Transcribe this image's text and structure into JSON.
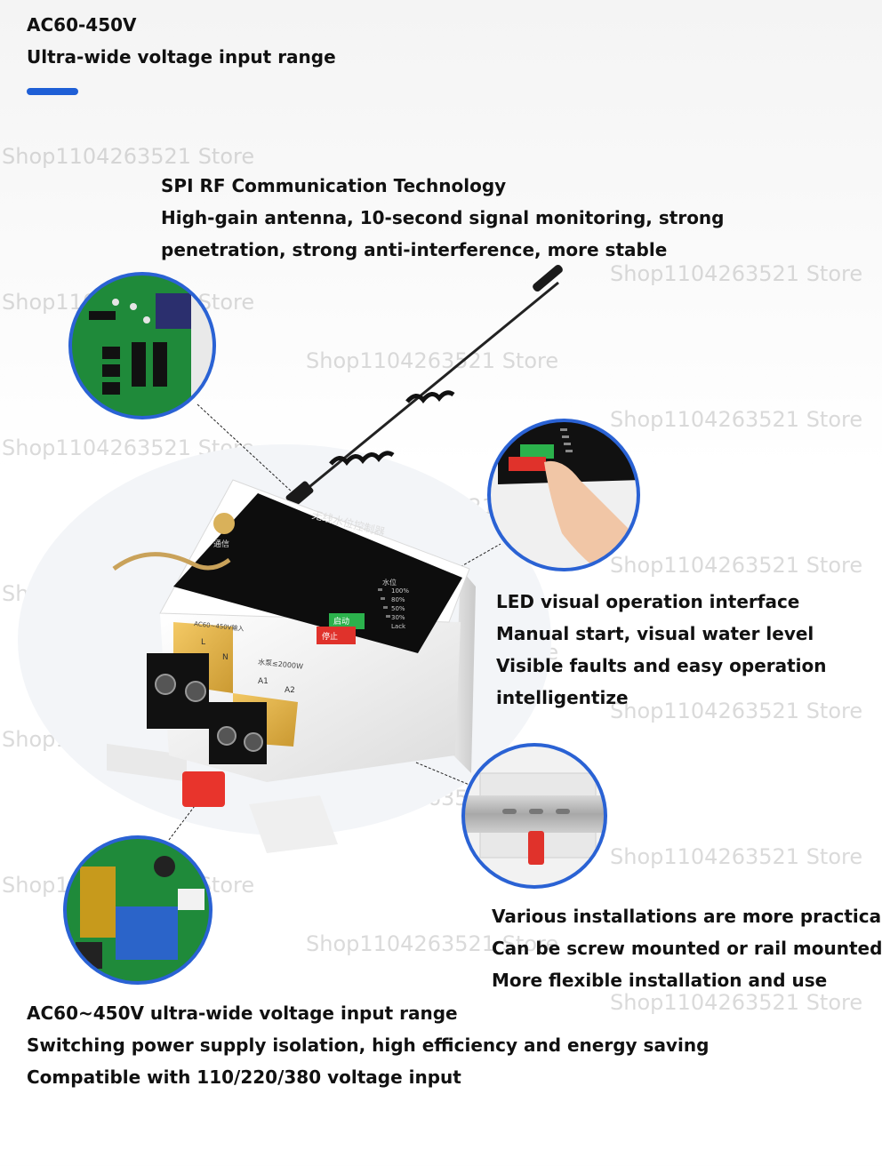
{
  "header": {
    "line1": "AC60-450V",
    "line2": "Ultra-wide voltage input range"
  },
  "rf": {
    "title": "SPI RF Communication Technology",
    "line2": "High-gain antenna, 10-second signal monitoring, strong",
    "line3": "penetration, strong anti-interference, more stable"
  },
  "led": {
    "line1": "LED visual operation interface",
    "line2": "Manual start, visual water level",
    "line3": "Visible faults and easy operation",
    "line4": "intelligentize"
  },
  "install": {
    "line1": "Various installations are more practical",
    "line2": "Can be screw mounted or rail mounted",
    "line3": "More flexible installation and use"
  },
  "power": {
    "line1": "AC60~450V ultra-wide voltage input range",
    "line2": "Switching power supply isolation, high efficiency and energy saving",
    "line3": "Compatible with 110/220/380 voltage input"
  },
  "watermark": "Shop1104263521 Store",
  "device": {
    "panel_title": "无线水位控制器",
    "signal_label": "通信",
    "btn_start": "启动",
    "btn_stop": "停止",
    "level_title": "水位",
    "levels": [
      "100%",
      "80%",
      "50%",
      "30%",
      "Lack"
    ],
    "power_label": "水泵≤2000W",
    "input_label": "AC60~450V输入",
    "term_l": "L",
    "term_n": "N",
    "term_a1": "A1",
    "term_a2": "A2"
  },
  "colors": {
    "accent": "#1f5fd6",
    "circle_border": "#2a62d4",
    "start_button": "#2bb24c",
    "stop_button": "#e0322b"
  }
}
